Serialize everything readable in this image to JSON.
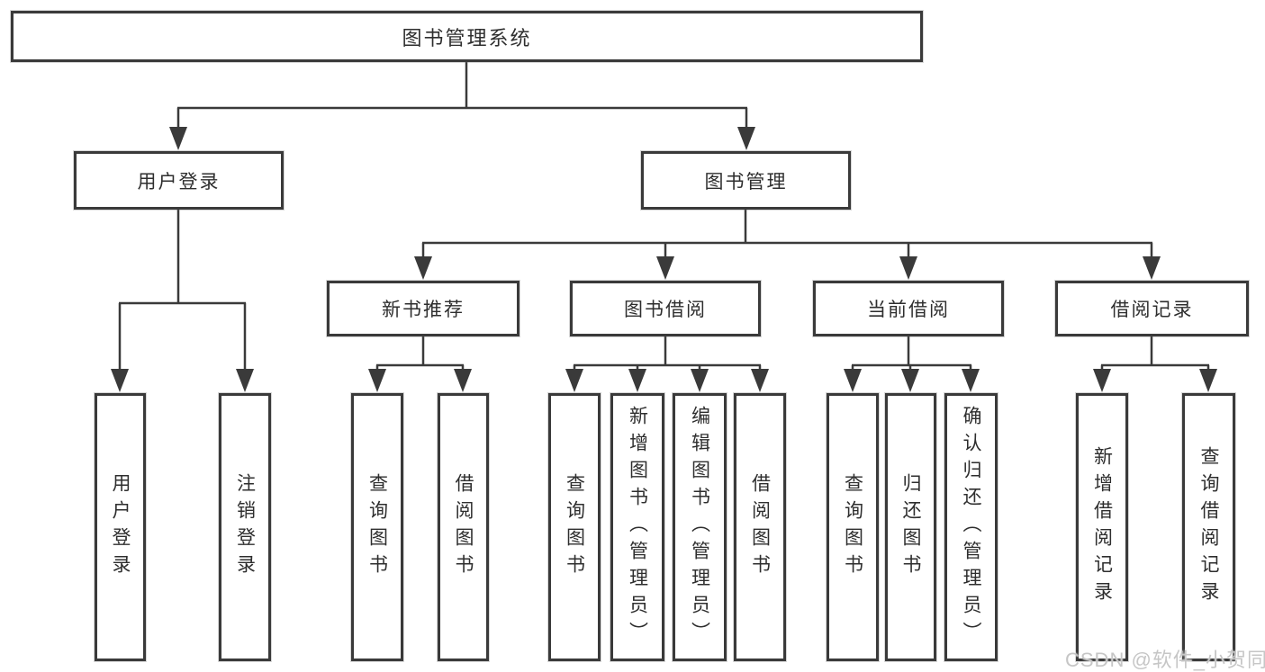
{
  "diagram": {
    "root": {
      "label": "图书管理系统"
    },
    "branches": [
      {
        "label": "用户登录",
        "children": [
          {
            "label": "用户登录"
          },
          {
            "label": "注销登录"
          }
        ]
      },
      {
        "label": "图书管理",
        "children": [
          {
            "label": "新书推荐",
            "children": [
              {
                "label": "查询图书"
              },
              {
                "label": "借阅图书"
              }
            ]
          },
          {
            "label": "图书借阅",
            "children": [
              {
                "label": "查询图书"
              },
              {
                "label": "新增图书（管理员）"
              },
              {
                "label": "编辑图书（管理员）"
              },
              {
                "label": "借阅图书"
              }
            ]
          },
          {
            "label": "当前借阅",
            "children": [
              {
                "label": "查询图书"
              },
              {
                "label": "归还图书"
              },
              {
                "label": "确认归还（管理员）"
              }
            ]
          },
          {
            "label": "借阅记录",
            "children": [
              {
                "label": "新增借阅记录"
              },
              {
                "label": "查询借阅记录"
              }
            ]
          }
        ]
      }
    ],
    "watermark": "CSDN @软件_小贺同学",
    "colors": {
      "line": "#3a3a3a",
      "text": "#2e2e2e",
      "watermark": "#c6c6c6",
      "background": "#ffffff"
    }
  }
}
